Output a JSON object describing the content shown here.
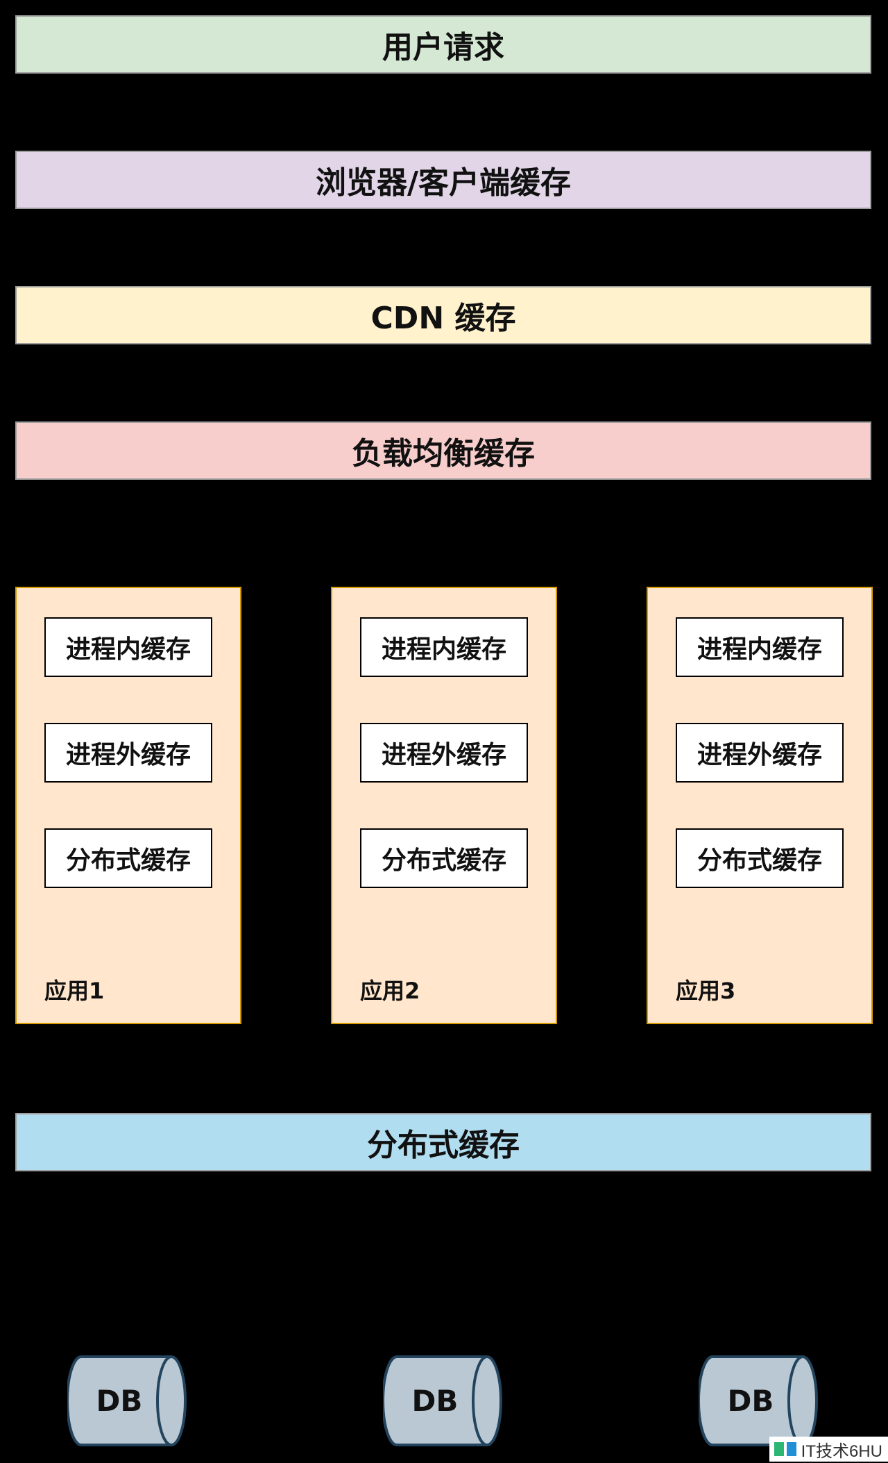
{
  "layers": {
    "user_request": "用户请求",
    "browser_cache": "浏览器/客户端缓存",
    "cdn_cache": "CDN 缓存",
    "load_balancer_cache": "负载均衡缓存",
    "distributed_cache": "分布式缓存"
  },
  "apps": [
    {
      "in_process": "进程内缓存",
      "out_of_process": "进程外缓存",
      "distributed": "分布式缓存",
      "label": "应用1"
    },
    {
      "in_process": "进程内缓存",
      "out_of_process": "进程外缓存",
      "distributed": "分布式缓存",
      "label": "应用2"
    },
    {
      "in_process": "进程内缓存",
      "out_of_process": "进程外缓存",
      "distributed": "分布式缓存",
      "label": "应用3"
    }
  ],
  "databases": [
    "DB",
    "DB",
    "DB"
  ],
  "watermark": "IT技术6HU",
  "colors": {
    "user_request": "#d5e8d4",
    "browser_cache": "#e1d5e7",
    "cdn_cache": "#fff2cc",
    "load_balancer_cache": "#f8cecc",
    "app": "#ffe6cc",
    "distributed_cache": "#b1ddf0",
    "db_fill": "#bac8d3"
  }
}
